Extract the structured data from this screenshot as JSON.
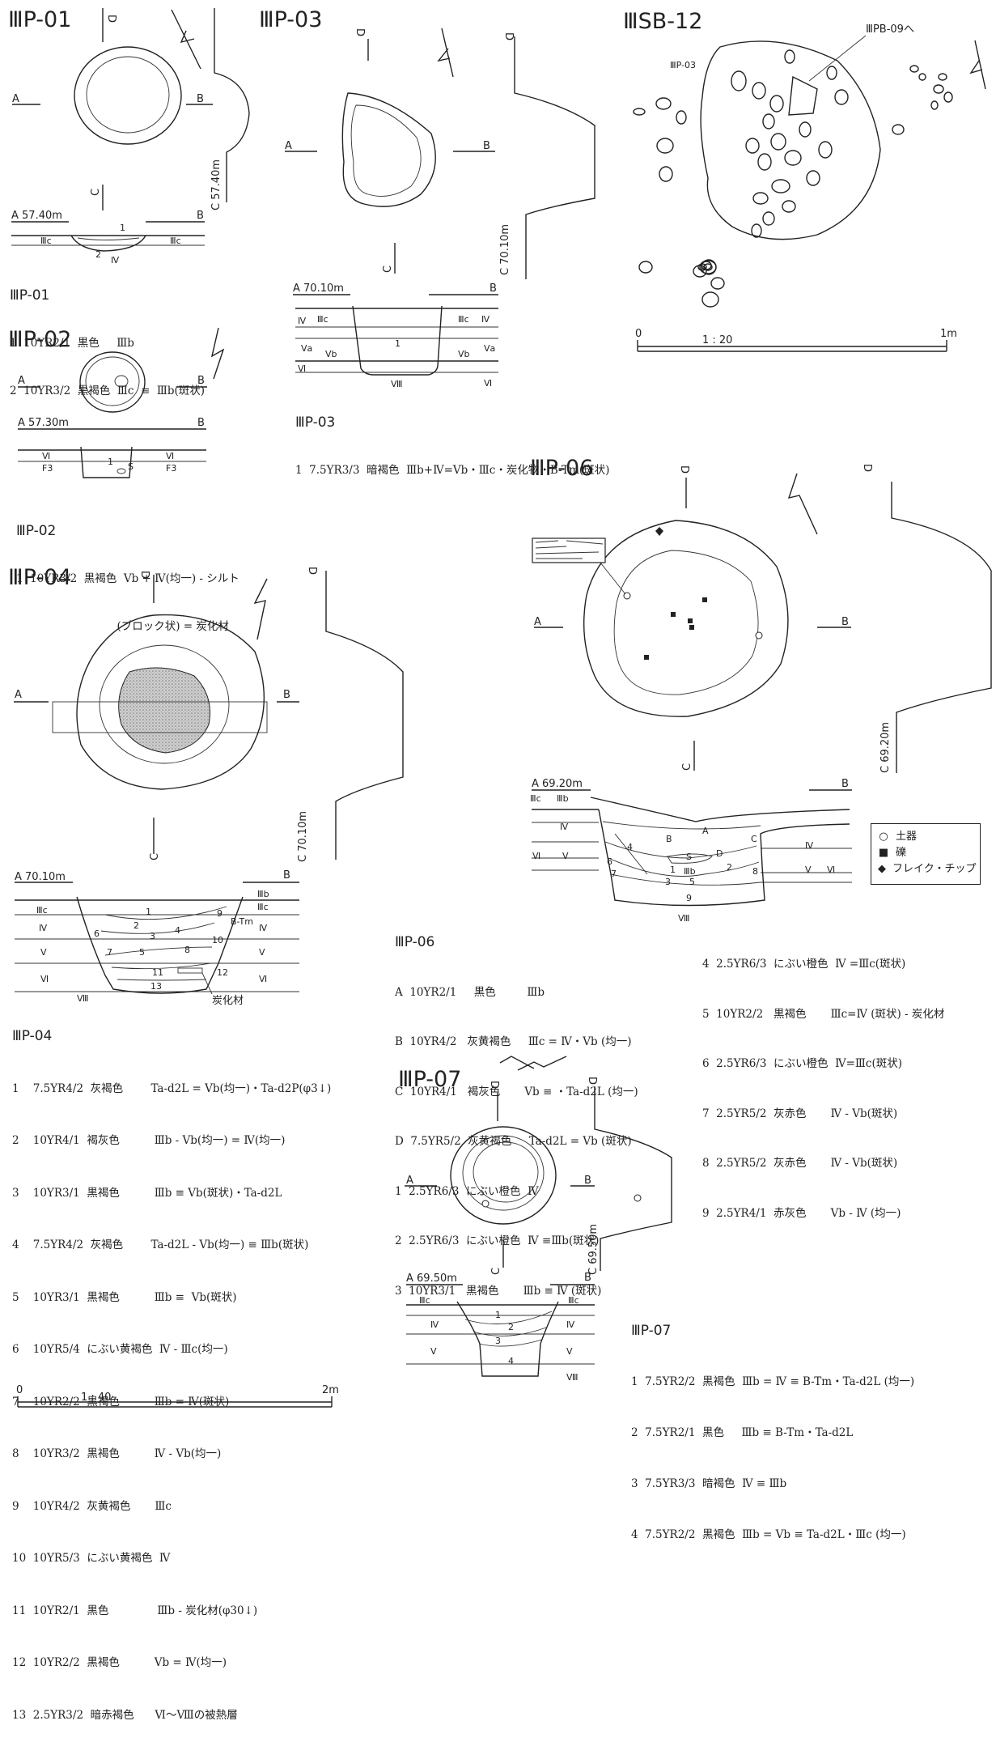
{
  "features": {
    "p01": {
      "title": "ⅢP-01",
      "markers": {
        "a": "A",
        "b": "B",
        "c": "C",
        "d": "D"
      },
      "section_label": "A 57.40m",
      "c_level": "C 57.40m",
      "layers": {
        "left": "Ⅲc",
        "right": "Ⅲc",
        "l1": "1",
        "l2": "2",
        "iv": "Ⅳ"
      },
      "desc_title": "ⅢP-01",
      "desc": [
        "1  10YR2/1  黒色     Ⅲb",
        "2  10YR3/2  黒褐色  Ⅲc  ≡  Ⅲb(斑状)"
      ]
    },
    "p02": {
      "title": "ⅢP-02",
      "markers": {
        "a": "A",
        "b": "B"
      },
      "section_label": "A 57.30m",
      "layers": {
        "vi_l": "Ⅵ",
        "vi_r": "Ⅵ",
        "f3_l": "F3",
        "f3_r": "F3",
        "l1": "1",
        "s": "S"
      },
      "desc_title": "ⅢP-02",
      "desc": [
        "1  10YR3/2  黒褐色  Ⅴb + Ⅳ(均一) - シルト",
        "                             (ブロック状) = 炭化材"
      ]
    },
    "p03": {
      "title": "ⅢP-03",
      "markers": {
        "a": "A",
        "b": "B",
        "c": "C",
        "d": "D"
      },
      "section_label": "A 70.10m",
      "c_level": "C 70.10m",
      "layers": {
        "iv_l": "Ⅳ",
        "iiic_l": "Ⅲc",
        "va_l": "Ⅴa",
        "vb_l": "Ⅴb",
        "vi_l": "Ⅵ",
        "iiic_r": "Ⅲc",
        "iv_r": "Ⅳ",
        "vb_r": "Ⅴb",
        "va_r": "Ⅴa",
        "vi_r": "Ⅵ",
        "l1": "1",
        "viii": "Ⅷ"
      },
      "desc_title": "ⅢP-03",
      "desc": [
        "1  7.5YR3/3  暗褐色  Ⅲb+Ⅳ=Ⅴb・Ⅲc・炭化物・B-Tm(斑状)"
      ]
    },
    "sb12": {
      "title": "ⅢSB-12",
      "note": "ⅢPB-09へ",
      "ref": "ⅢP-03",
      "scale_left": "0",
      "scale_mid": "1 : 20",
      "scale_right": "1m"
    },
    "p04": {
      "title": "ⅢP-04",
      "markers": {
        "a": "A",
        "b": "B",
        "c": "C",
        "d": "D"
      },
      "section_label": "A 70.10m",
      "c_level": "C 70.10m",
      "layers": {
        "iiic_l": "Ⅲc",
        "iv_l": "Ⅳ",
        "v_l": "Ⅴ",
        "vi_l": "Ⅵ",
        "viii": "Ⅷ",
        "iiib_r": "Ⅲb",
        "iiic_r": "Ⅲc",
        "btm": "B-Tm",
        "iv_r": "Ⅳ",
        "v_r": "Ⅴ",
        "vi_r": "Ⅵ",
        "n1": "1",
        "n2": "2",
        "n3": "3",
        "n4": "4",
        "n5": "5",
        "n6": "6",
        "n7": "7",
        "n8": "8",
        "n9": "9",
        "n10": "10",
        "n11": "11",
        "n12": "12",
        "n13": "13",
        "charcoal": "炭化材"
      },
      "desc_title": "ⅢP-04",
      "desc": [
        "1    7.5YR4/2  灰褐色        Ta-d2L = Ⅴb(均一)・Ta-d2P(φ3↓)",
        "2    10YR4/1  褐灰色          Ⅲb - Ⅴb(均一) = Ⅳ(均一)",
        "3    10YR3/1  黒褐色          Ⅲb ≡ Ⅴb(斑状)・Ta-d2L",
        "4    7.5YR4/2  灰褐色        Ta-d2L - Ⅴb(均一) ≡ Ⅲb(斑状)",
        "5    10YR3/1  黒褐色          Ⅲb ≡  Ⅴb(斑状)",
        "6    10YR5/4  にぶい黄褐色  Ⅳ - Ⅲc(均一)",
        "7    10YR2/2  黒褐色          Ⅲb = Ⅳ(斑状)",
        "8    10YR3/2  黒褐色          Ⅳ - Ⅴb(均一)",
        "9    10YR4/2  灰黄褐色       Ⅲc",
        "10  10YR5/3  にぶい黄褐色  Ⅳ",
        "11  10YR2/1  黒色              Ⅲb - 炭化材(φ30↓)",
        "12  10YR2/2  黒褐色          Ⅴb = Ⅳ(均一)",
        "13  2.5YR3/2  暗赤褐色      Ⅵ～Ⅷの被熱層"
      ],
      "scale_left": "0",
      "scale_mid": "1 : 40",
      "scale_right": "2m"
    },
    "p06": {
      "title": "ⅢP-06",
      "markers": {
        "a": "A",
        "b": "B",
        "c": "C",
        "d": "D"
      },
      "section_label": "A 69.20m",
      "c_level": "C 69.20m",
      "layers": {
        "iiic": "Ⅲc",
        "iiib": "Ⅲb",
        "iv_l": "Ⅳ",
        "vi_l": "Ⅵ",
        "v_l": "Ⅴ",
        "la": "A",
        "lb": "B",
        "lc": "C",
        "ld": "D",
        "ls": "S",
        "iiib_c": "Ⅲb",
        "iv_r": "Ⅳ",
        "v_r": "Ⅴ",
        "vi_r": "Ⅵ",
        "viii": "Ⅷ",
        "n1": "1",
        "n2": "2",
        "n3": "3",
        "n4": "4",
        "n5": "5",
        "n6": "6",
        "n7": "7",
        "n8": "8",
        "n9": "9"
      },
      "desc_title": "ⅢP-06",
      "desc_left": [
        "A  10YR2/1     黒色         Ⅲb",
        "B  10YR4/2   灰黄褐色     Ⅲc = Ⅳ・Ⅴb (均一)",
        "C  10YR4/1   褐灰色       Ⅴb ≡ ・Ta-d2L (均一)",
        "D  7.5YR5/2  灰黄褐色     Ta-d2L = Ⅴb (斑状)",
        "1  2.5YR6/3  にぶい橙色  Ⅳ",
        "2  2.5YR6/3  にぶい橙色  Ⅳ ≡Ⅲb(斑状)",
        "3  10YR3/1   黒褐色       Ⅲb ≡ Ⅳ (斑状)"
      ],
      "desc_right": [
        "4  2.5YR6/3  にぶい橙色  Ⅳ =Ⅲc(斑状)",
        "5  10YR2/2   黒褐色       Ⅲc=Ⅳ (斑状) - 炭化材",
        "6  2.5YR6/3  にぶい橙色  Ⅳ=Ⅲc(斑状)",
        "7  2.5YR5/2  灰赤色       Ⅳ - Ⅴb(斑状)",
        "8  2.5YR5/2  灰赤色       Ⅳ - Ⅴb(斑状)",
        "9  2.5YR4/1  赤灰色       Ⅴb - Ⅳ (均一)"
      ],
      "legend": [
        {
          "symbol": "○",
          "label": "土器"
        },
        {
          "symbol": "■",
          "label": "礫"
        },
        {
          "symbol": "◆",
          "label": "フレイク・チップ"
        }
      ]
    },
    "p07": {
      "title": "ⅢP-07",
      "markers": {
        "a": "A",
        "b": "B",
        "c": "C",
        "d": "D"
      },
      "section_label": "A 69.50m",
      "c_level": "C 69.50m",
      "layers": {
        "iiic_l": "Ⅲc",
        "iv_l": "Ⅳ",
        "v_l": "Ⅴ",
        "iiic_r": "Ⅲc",
        "iv_r": "Ⅳ",
        "v_r": "Ⅴ",
        "viii": "Ⅷ",
        "n1": "1",
        "n2": "2",
        "n3": "3",
        "n4": "4",
        "bl": "B"
      },
      "desc_title": "ⅢP-07",
      "desc": [
        "1  7.5YR2/2  黒褐色  Ⅲb = Ⅳ ≡ B-Tm・Ta-d2L (均一)",
        "2  7.5YR2/1  黒色     Ⅲb ≡ B-Tm・Ta-d2L",
        "3  7.5YR3/3  暗褐色  Ⅳ ≡ Ⅲb",
        "4  7.5YR2/2  黒褐色  Ⅲb = Ⅴb ≡ Ta-d2L・Ⅲc (均一)"
      ]
    }
  }
}
